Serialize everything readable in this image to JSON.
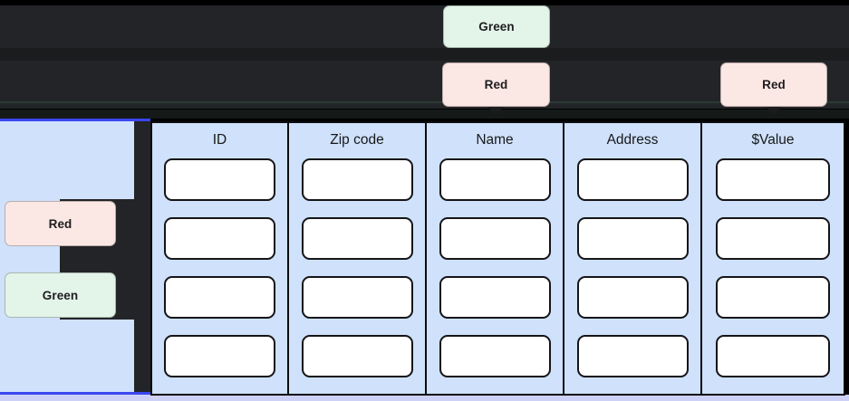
{
  "toolbars": {
    "row1_badge": {
      "label": "Green",
      "color_name": "green",
      "color": "#e3f4e9"
    },
    "row2_badge_center": {
      "label": "Red",
      "color_name": "red",
      "color": "#fbe7e4"
    },
    "row2_badge_right": {
      "label": "Red",
      "color_name": "red",
      "color": "#fbe7e4"
    }
  },
  "sidebar": {
    "badges": [
      {
        "label": "Red",
        "color_name": "red",
        "color": "#fbe7e4"
      },
      {
        "label": "Green",
        "color_name": "green",
        "color": "#e3f4e9"
      }
    ]
  },
  "table": {
    "columns": [
      {
        "header": "ID",
        "cells": [
          "",
          "",
          "",
          ""
        ]
      },
      {
        "header": "Zip code",
        "cells": [
          "",
          "",
          "",
          ""
        ]
      },
      {
        "header": "Name",
        "cells": [
          "",
          "",
          "",
          ""
        ]
      },
      {
        "header": "Address",
        "cells": [
          "",
          "",
          "",
          ""
        ]
      },
      {
        "header": "$Value",
        "cells": [
          "",
          "",
          "",
          ""
        ]
      }
    ],
    "row_count": 4
  },
  "colors": {
    "panel_blue": "#cfe1fb",
    "accent_blue": "#3b46f0",
    "toolbar_dark": "#232427",
    "badge_green": "#e3f4e9",
    "badge_red": "#fbe7e4",
    "bottom_strip": "#cdd0f7"
  }
}
